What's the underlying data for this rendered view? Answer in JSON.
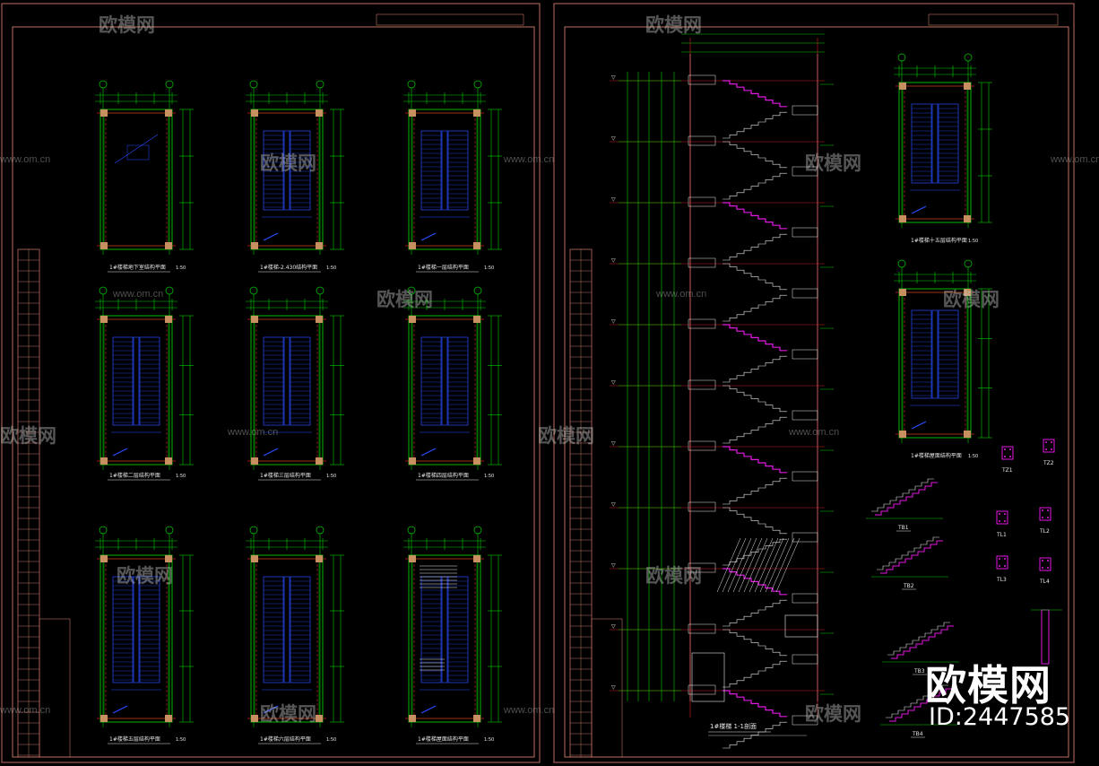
{
  "watermark": {
    "brand": "欧模网",
    "domain": "www.om.cn"
  },
  "brand_label": "欧模网",
  "brand_id": "ID:2447585",
  "colors": {
    "frame": "#c0705e",
    "wall": "#00d000",
    "stair": "#2a4dff",
    "axis": "#d22020",
    "stair_section": "#e018e0",
    "text": "#e8e8e8",
    "column": "#c89060"
  },
  "left_sheet": {
    "plans": [
      {
        "title": "1#楼梯地下室结构平面",
        "scale": "1:50"
      },
      {
        "title": "1#楼梯-2.430结构平面",
        "scale": "1:50"
      },
      {
        "title": "1#楼梯一层结构平面",
        "scale": "1:50"
      },
      {
        "title": "1#楼梯二层结构平面",
        "scale": "1:50"
      },
      {
        "title": "1#楼梯三层结构平面",
        "scale": "1:50"
      },
      {
        "title": "1#楼梯四层结构平面",
        "scale": "1:50"
      },
      {
        "title": "1#楼梯五层结构平面",
        "scale": "1:50"
      },
      {
        "title": "1#楼梯六层结构平面",
        "scale": "1:50"
      },
      {
        "title": "1#楼梯屋面结构平面",
        "scale": "1:50"
      }
    ]
  },
  "right_sheet": {
    "section_title": "1#楼梯 1-1剖面",
    "plans": [
      {
        "title": "1#楼梯十五层结构平面",
        "scale": "1:50"
      },
      {
        "title": "1#楼梯屋面结构平面",
        "scale": "1:50"
      }
    ],
    "components": [
      "TB1",
      "TB2",
      "TB3",
      "TB4",
      "TZ1",
      "TZ2",
      "TL1",
      "TL2",
      "TL3",
      "TL4"
    ]
  }
}
